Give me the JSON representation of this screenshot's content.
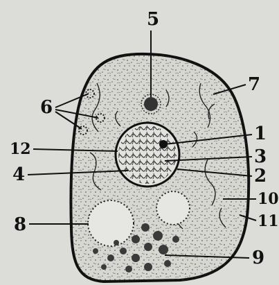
{
  "figure": {
    "background_color": "#dcdcd8",
    "ink_color": "#111111",
    "cytoplasm_color": "#d7d7d2"
  },
  "labels": [
    {
      "id": "l1",
      "text": "1"
    },
    {
      "id": "l2",
      "text": "2"
    },
    {
      "id": "l3",
      "text": "3"
    },
    {
      "id": "l4",
      "text": "4"
    },
    {
      "id": "l5",
      "text": "5"
    },
    {
      "id": "l6",
      "text": "6"
    },
    {
      "id": "l7",
      "text": "7"
    },
    {
      "id": "l8",
      "text": "8"
    },
    {
      "id": "l9",
      "text": "9"
    },
    {
      "id": "l10",
      "text": "10"
    },
    {
      "id": "l11",
      "text": "11"
    },
    {
      "id": "l12",
      "text": "12"
    }
  ]
}
